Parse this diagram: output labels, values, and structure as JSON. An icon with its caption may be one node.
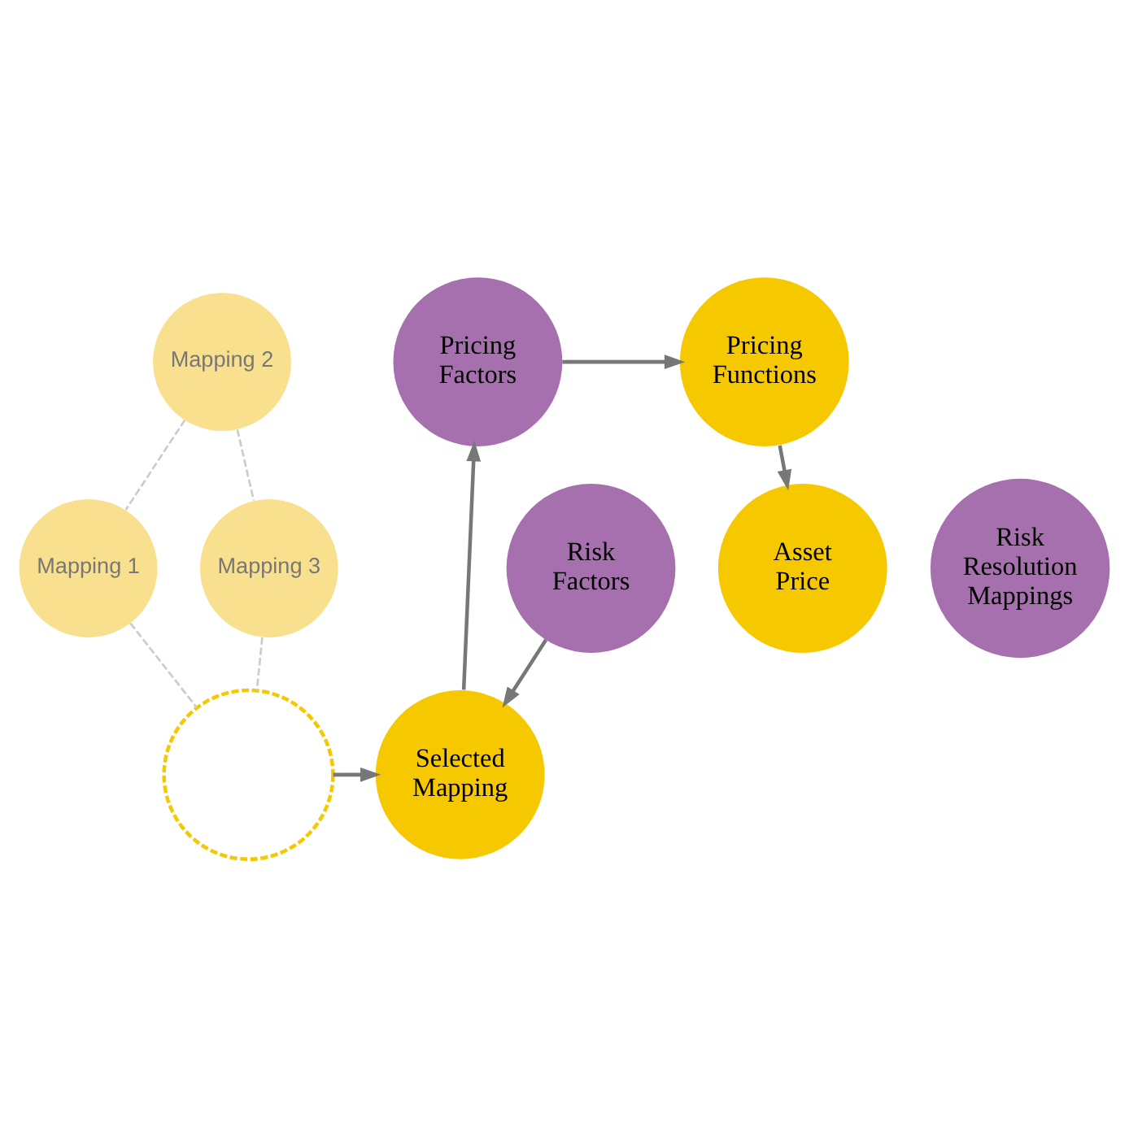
{
  "diagram": {
    "nodes": [
      {
        "text": [
          "Pricing Factors"
        ]
      },
      {
        "text": [
          "Pricing Functions"
        ]
      },
      {
        "text": [
          "Mapping 2"
        ]
      },
      {
        "text": [
          "Mapping 1"
        ]
      },
      {
        "text": [
          "Risk Resolution Mappings"
        ]
      },
      {
        "text": [
          "Mapping 3"
        ]
      },
      {
        "text": [
          "Asset Price"
        ]
      },
      {
        "text": [
          "Selected Mapping"
        ]
      },
      {
        "text": [],
        "shape": "circle"
      },
      {
        "text": [
          "Risk Factors"
        ]
      }
    ],
    "edges": [
      {
        "from": 0,
        "to": 1,
        "arrow": "to"
      },
      {
        "from": 1,
        "to": 6,
        "arrow": "to"
      },
      {
        "from": 2,
        "to": 3,
        "arrow": "none",
        "style": "dashed",
        "color": "#cccccc"
      },
      {
        "from": 2,
        "to": 5,
        "arrow": "none",
        "style": "dashed",
        "color": "#cccccc"
      },
      {
        "from": 3,
        "to": 8,
        "arrow": "none",
        "style": "dashed",
        "color": "#cccccc"
      },
      {
        "from": 5,
        "to": 8,
        "arrow": "none",
        "style": "dashed",
        "color": "#cccccc"
      },
      {
        "from": 8,
        "to": 7,
        "arrow": "to"
      },
      {
        "from": 9,
        "to": 7,
        "arrow": "to"
      },
      {
        "from": 7,
        "to": 0,
        "arrow": "to"
      }
    ]
  }
}
